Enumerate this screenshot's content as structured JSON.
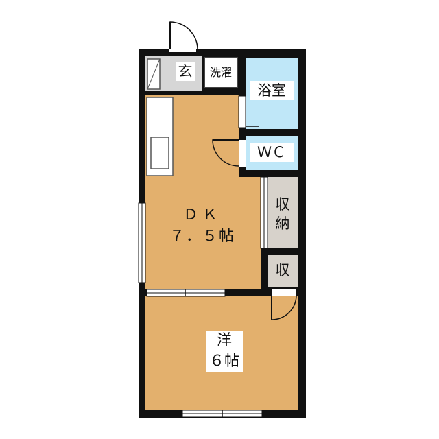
{
  "rooms": {
    "entrance": "玄",
    "laundry": "洗濯",
    "bath": "浴室",
    "wc": "ＷＣ",
    "dk_name": "ＤＫ",
    "dk_size": "７．５帖",
    "storage_big_line1": "収",
    "storage_big_line2": "納",
    "storage_small": "収",
    "western_name": "洋",
    "western_size": "６帖"
  },
  "colors": {
    "floor_wood": "#e3b06d",
    "bath_blue": "#bfe7f8",
    "storage_grey": "#d7d2cb",
    "entrance_grey": "#d6d6d6",
    "wall": "#111111"
  }
}
